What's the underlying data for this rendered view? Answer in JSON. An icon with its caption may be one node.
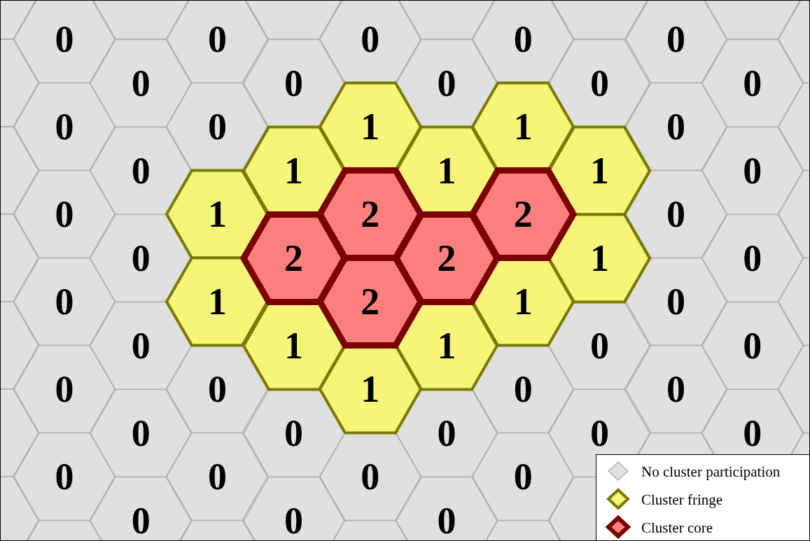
{
  "diagram": {
    "nodes": [
      {
        "text": [
          "0"
        ]
      },
      {
        "text": [
          "0"
        ]
      },
      {
        "text": [
          "0"
        ]
      },
      {
        "text": [
          "0"
        ]
      },
      {
        "text": [
          "0"
        ]
      },
      {
        "text": [
          "0"
        ]
      },
      {
        "text": [
          "0"
        ]
      },
      {
        "text": [
          "0"
        ]
      },
      {
        "text": [
          "0"
        ]
      },
      {
        "text": [
          "0"
        ]
      },
      {
        "text": [
          "0"
        ]
      },
      {
        "text": [
          "0"
        ]
      },
      {
        "text": [
          "1"
        ]
      },
      {
        "text": [
          "1"
        ]
      },
      {
        "text": [
          "0"
        ]
      },
      {
        "text": [
          "0"
        ]
      },
      {
        "text": [
          "1"
        ]
      },
      {
        "text": [
          "1"
        ]
      },
      {
        "text": [
          "1"
        ]
      },
      {
        "text": [
          "0"
        ]
      },
      {
        "text": [
          "0"
        ]
      },
      {
        "text": [
          "1"
        ]
      },
      {
        "text": [
          "2"
        ]
      },
      {
        "text": [
          "2"
        ]
      },
      {
        "text": [
          "0"
        ]
      },
      {
        "text": [
          "0"
        ]
      },
      {
        "text": [
          "2"
        ]
      },
      {
        "text": [
          "2"
        ]
      },
      {
        "text": [
          "1"
        ]
      },
      {
        "text": [
          "0"
        ]
      },
      {
        "text": [
          "0"
        ]
      },
      {
        "text": [
          "1"
        ]
      },
      {
        "text": [
          "2"
        ]
      },
      {
        "text": [
          "1"
        ]
      },
      {
        "text": [
          "0"
        ]
      },
      {
        "text": [
          "0"
        ]
      },
      {
        "text": [
          "1"
        ]
      },
      {
        "text": [
          "1"
        ]
      },
      {
        "text": [
          "0"
        ]
      },
      {
        "text": [
          "0"
        ]
      },
      {
        "text": [
          "0"
        ]
      },
      {
        "text": [
          "0"
        ]
      },
      {
        "text": [
          "1"
        ]
      },
      {
        "text": [
          "0"
        ]
      },
      {
        "text": [
          "0"
        ]
      },
      {
        "text": [
          "0"
        ]
      },
      {
        "text": [
          "0"
        ]
      },
      {
        "text": [
          "0"
        ]
      },
      {
        "text": [
          "0"
        ]
      },
      {
        "text": [
          "0"
        ]
      },
      {
        "text": [
          "0"
        ]
      },
      {
        "text": [
          "0"
        ]
      },
      {
        "text": [
          "0"
        ]
      },
      {
        "text": [
          "0"
        ]
      },
      {
        "text": [
          "0"
        ]
      },
      {
        "text": [
          "0"
        ]
      },
      {
        "text": [
          "0"
        ]
      }
    ],
    "legend": [
      {
        "text": "No cluster participation",
        "color": "#e0e0e0"
      },
      {
        "text": "Cluster fringe",
        "color": "#f5f57a"
      },
      {
        "text": "Cluster core",
        "color": "#ff7f7f"
      }
    ]
  }
}
